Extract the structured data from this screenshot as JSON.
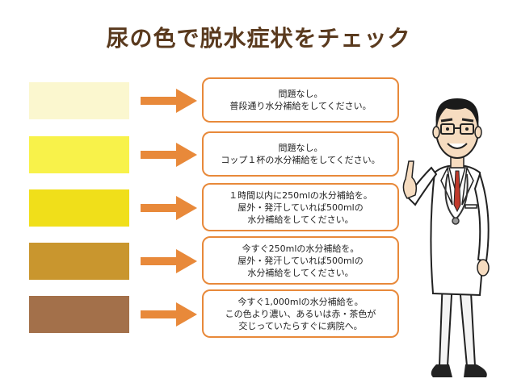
{
  "title": "尿の色で脱水症状をチェック",
  "colors": {
    "accent": "#e8893a",
    "title": "#5a3a1e"
  },
  "rows": [
    {
      "swatch_color": "#fbf7cf",
      "lines": [
        "問題なし。",
        "普段通り水分補給をしてください。"
      ]
    },
    {
      "swatch_color": "#f8f24a",
      "lines": [
        "問題なし。",
        "コップ１杯の水分補給をしてください。"
      ]
    },
    {
      "swatch_color": "#f0df1a",
      "lines": [
        "１時間以内に250mlの水分補給を。",
        "屋外・発汗していれば500mlの",
        "水分補給をしてください。"
      ]
    },
    {
      "swatch_color": "#c9962e",
      "lines": [
        "今すぐ250mlの水分補給を。",
        "屋外・発汗していれば500mlの",
        "水分補給をしてください。"
      ]
    },
    {
      "swatch_color": "#a3704a",
      "lines": [
        "今すぐ1,000mlの水分補給を。",
        "この色より濃い、あるいは赤・茶色が",
        "交じっていたらすぐに病院へ。"
      ]
    }
  ]
}
